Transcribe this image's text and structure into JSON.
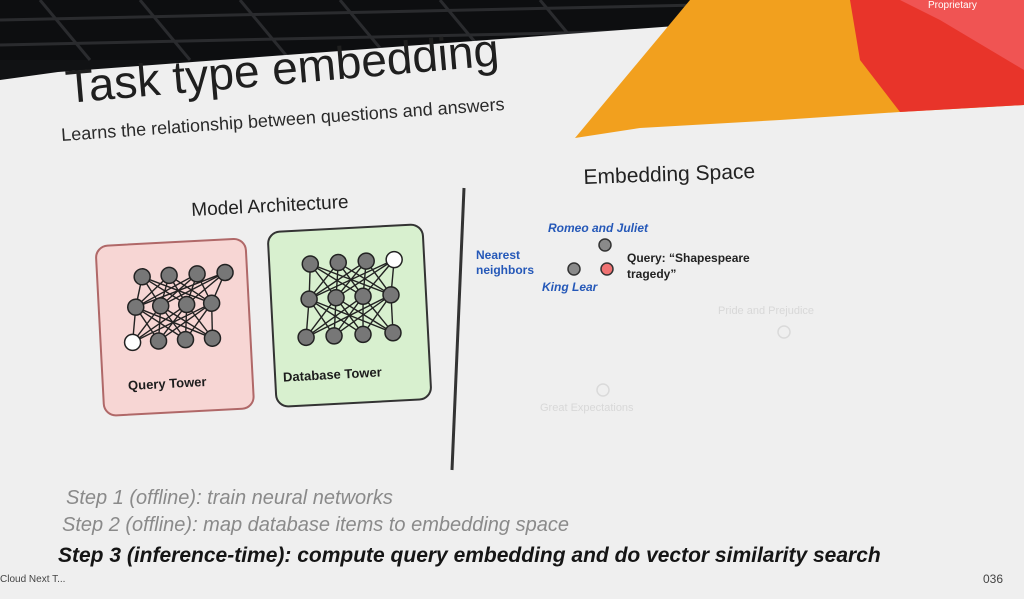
{
  "slide": {
    "badge": "Proprietary",
    "title": "Task type embedding",
    "subtitle": "Learns the relationship between questions and answers",
    "footer_left": "Cloud Next T... ",
    "page_number": "036"
  },
  "architecture": {
    "heading": "Model Architecture",
    "query_tower": "Query Tower",
    "database_tower": "Database Tower"
  },
  "embedding_space": {
    "heading": "Embedding Space",
    "nearest_neighbors": "Nearest neighbors",
    "romeo": "Romeo and Juliet",
    "king_lear": "King Lear",
    "query": "Query: “Shapespeare tragedy”",
    "pride": "Pride and Prejudice",
    "great": "Great Expectations"
  },
  "steps": [
    "Step 1 (offline): train neural networks",
    "Step 2 (offline): map database items to embedding space",
    "Step 3 (inference-time): compute query embedding and do vector similarity search"
  ],
  "colors": {
    "accent_orange": "#f2a01e",
    "accent_red": "#e8342a",
    "query_tower_fill": "#f7d6d4",
    "database_tower_fill": "#d8f0cf",
    "label_blue": "#2558b8"
  }
}
